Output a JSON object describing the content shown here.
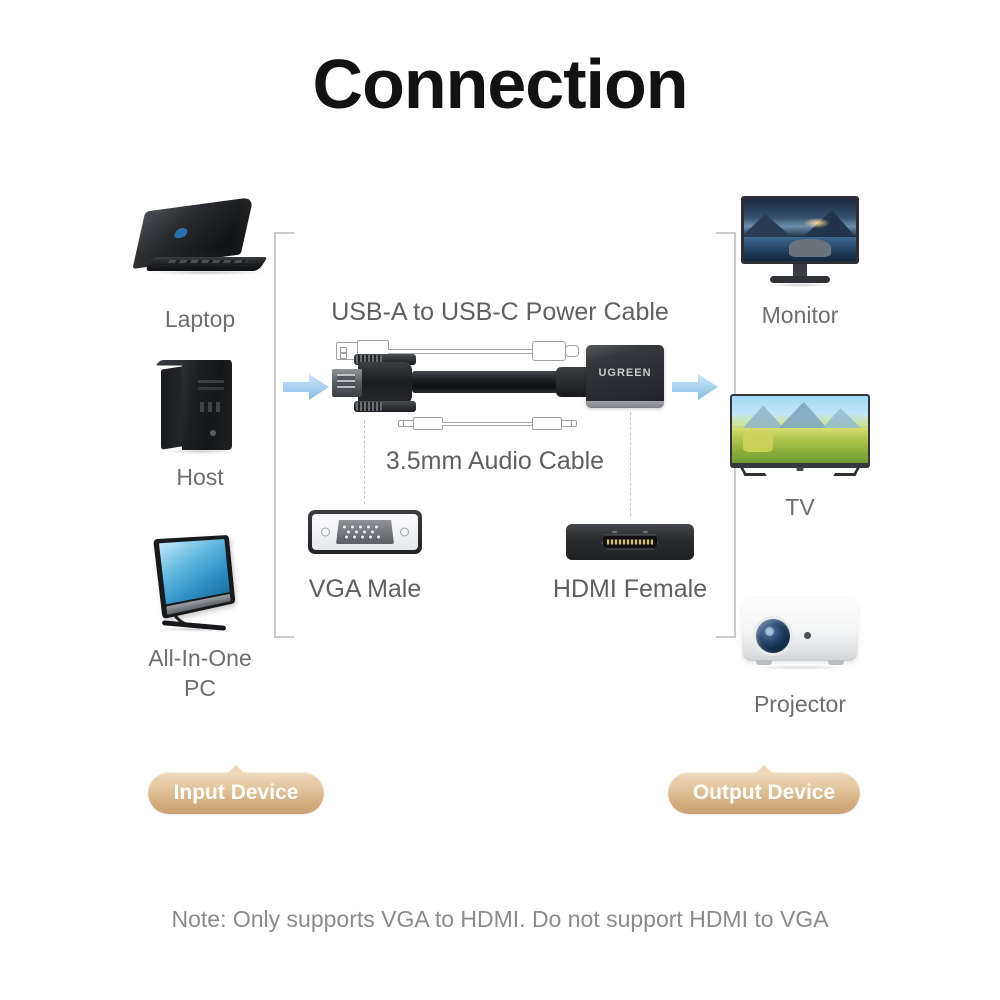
{
  "page": {
    "title": "Connection",
    "note": "Note: Only supports VGA to HDMI. Do not support HDMI to VGA"
  },
  "input_section": {
    "badge_label": "Input Device",
    "devices": [
      {
        "label": "Laptop",
        "icon": "laptop-icon"
      },
      {
        "label": "Host",
        "icon": "desktop-tower-icon"
      },
      {
        "label": "All-In-One\nPC",
        "icon": "all-in-one-pc-icon"
      }
    ]
  },
  "output_section": {
    "badge_label": "Output Device",
    "devices": [
      {
        "label": "Monitor",
        "icon": "monitor-icon"
      },
      {
        "label": "TV",
        "icon": "tv-icon"
      },
      {
        "label": "Projector",
        "icon": "projector-icon"
      }
    ]
  },
  "product": {
    "brand": "UGREEN",
    "power_cable_label": "USB-A to USB-C Power Cable",
    "audio_cable_label": "3.5mm Audio Cable",
    "input_connector_label": "VGA Male",
    "output_connector_label": "HDMI Female"
  },
  "colors": {
    "title": "#121212",
    "caption": "#6e6e6e",
    "note": "#8a8b8d",
    "badge_gradient_start": "#f0dcbe",
    "badge_gradient_end": "#c99f6e",
    "badge_text": "#ffffff",
    "arrow": "#a9d2ef",
    "bracket": "#c9cacb",
    "adapter_body": "#2a2d31",
    "brand_text": "#c7cacd"
  },
  "arrows": [
    {
      "name": "input-flow-arrow",
      "direction": "right"
    },
    {
      "name": "output-flow-arrow",
      "direction": "right"
    }
  ]
}
